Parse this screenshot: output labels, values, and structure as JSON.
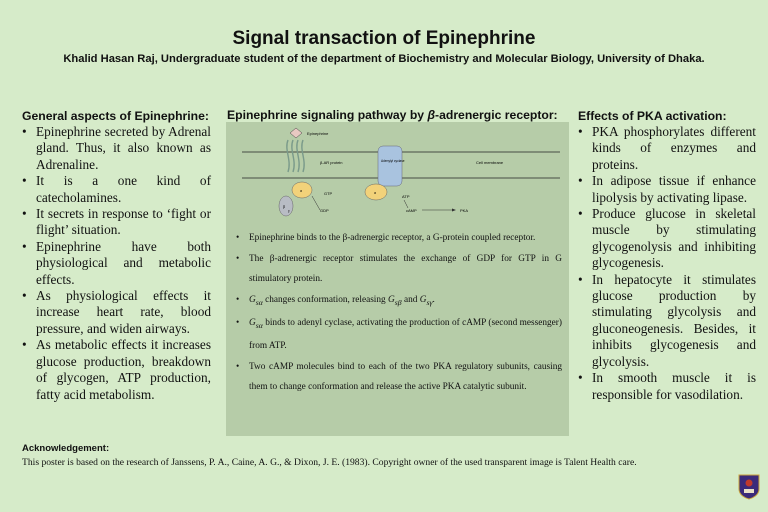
{
  "title": "Signal transaction of Epinephrine",
  "subtitle": "Khalid Hasan Raj, Undergraduate student of the department of Biochemistry and Molecular Biology, University of Dhaka.",
  "left": {
    "heading": "General aspects of Epinephrine:",
    "items": [
      "Epinephrine secreted by Adrenal gland. Thus, it also known as Adrenaline.",
      "It is a one kind of catecholamines.",
      " It secrets in response to ‘fight or flight’ situation.",
      "Epinephrine have both physiological and metabolic effects.",
      "As physiological effects it increase heart rate, blood pressure, and widen airways.",
      "As metabolic effects it increases glucose production, breakdown of glycogen, ATP production, fatty acid metabolism."
    ]
  },
  "middle": {
    "heading_prefix": "Epinephrine signaling pathway by ",
    "heading_symbol": "β",
    "heading_suffix": "-adrenergic receptor:",
    "diagram": {
      "epinephrine": "Epinephrine",
      "receptor": "β-AR protein",
      "adenylyl": "Adenylyl cyclase",
      "membrane": "Cell membrane",
      "alpha": "α",
      "beta": "β",
      "gamma": "γ",
      "gtp": "GTP",
      "gdp": "GDP",
      "atp": "ATP",
      "camp": "cAMP",
      "pka": "PKA"
    },
    "items": [
      {
        "parts": [
          "Epinephrine binds to the β-adrenergic receptor, a G-protein coupled receptor."
        ]
      },
      {
        "parts": [
          "The β-adrenergic receptor stimulates the exchange of  GDP for GTP in G stimulatory protein."
        ]
      },
      {
        "sym1": "G",
        "sub1": "sα",
        "text1": " changes conformation, releasing ",
        "sym2": "G",
        "sub2": "sβ",
        "text2": " and ",
        "sym3": "G",
        "sub3": "sγ",
        "text3": "."
      },
      {
        "sym1": "G",
        "sub1": "sα",
        "text1": " binds to adenyl cyclase, activating the production of cAMP (second messenger) from ATP."
      },
      {
        "parts": [
          "Two cAMP molecules bind to each of the two PKA regulatory subunits, causing them to change conformation and release the active PKA catalytic subunit."
        ]
      }
    ]
  },
  "right": {
    "heading": "Effects of PKA activation:",
    "items": [
      "PKA phosphorylates different kinds of enzymes and proteins.",
      "In adipose tissue if enhance lipolysis by activating lipase.",
      "Produce glucose in skeletal muscle by stimulating glycogenolysis and inhibiting glycogenesis.",
      "In hepatocyte it stimulates glucose production by stimulating glycolysis and gluconeogenesis. Besides, it inhibits glycogenesis and glycolysis.",
      "In smooth muscle it is responsible for vasodilation."
    ]
  },
  "ack": {
    "heading": "Acknowledgement",
    "colon": ":",
    "text": "This poster is based on the research of Janssens, P. A., Caine, A. G., & Dixon, J. E. (1983).  Copyright owner of the used transparent image is Talent Health care."
  },
  "colors": {
    "background": "#d6ebc9",
    "panel": "#b6cca8",
    "logo": "#3b2a7a"
  }
}
